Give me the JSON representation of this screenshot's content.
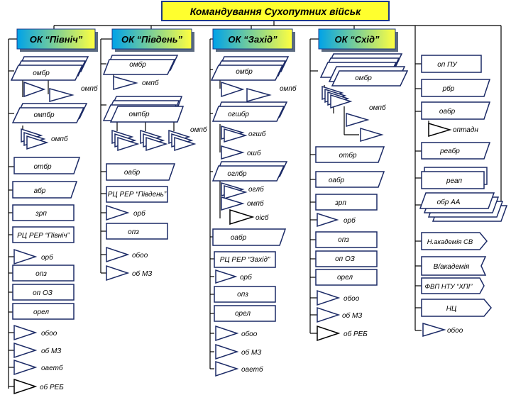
{
  "title": "Командування Сухопутних військ",
  "commands": [
    {
      "name": "ОК “Північ”",
      "units": [
        "омбр",
        "омпб",
        "омпбр",
        "омпб",
        "отбр",
        "абр",
        "зрп",
        "РЦ РЕР “Північ”",
        "орб",
        "опз",
        "оп ОЗ",
        "орел",
        "обоо",
        "об МЗ",
        "оаетб",
        "об РЕБ"
      ]
    },
    {
      "name": "ОК “Південь”",
      "units": [
        "омбр",
        "омпб",
        "омпбр",
        "омпб",
        "оабр",
        "РЦ РЕР “Південь”",
        "орб",
        "опз",
        "обоо",
        "об МЗ"
      ]
    },
    {
      "name": "ОК “Захід”",
      "units": [
        "омбр",
        "омпб",
        "огшбр",
        "огшб",
        "ошб",
        "оглбр",
        "оглб",
        "омпб",
        "оісб",
        "оабр",
        "РЦ РЕР “Захід”",
        "орб",
        "опз",
        "орел",
        "обоо",
        "об МЗ",
        "оаетб"
      ]
    },
    {
      "name": "ОК “Схід”",
      "units": [
        "омбр",
        "омпб",
        "отбр",
        "оабр",
        "зрп",
        "орб",
        "опз",
        "оп ОЗ",
        "орел",
        "обоо",
        "об МЗ",
        "об РЕБ"
      ]
    }
  ],
  "direct_units": [
    "оп ПУ",
    "рбр",
    "оабр",
    "оптадн",
    "реабр",
    "реап",
    "обр АА",
    "Н.академія СВ",
    "В/академія",
    "ФВП НТУ “ХПІ”",
    "НЦ",
    "обоо"
  ],
  "colors": {
    "title_fill": "#ffff2e",
    "title_border": "#1e3a8a",
    "command_gradient_left": "#00a2e8",
    "command_gradient_right": "#ffff40",
    "unit_border": "#1b2a66",
    "shadow": "#7f8fa8",
    "line": "#000000"
  }
}
